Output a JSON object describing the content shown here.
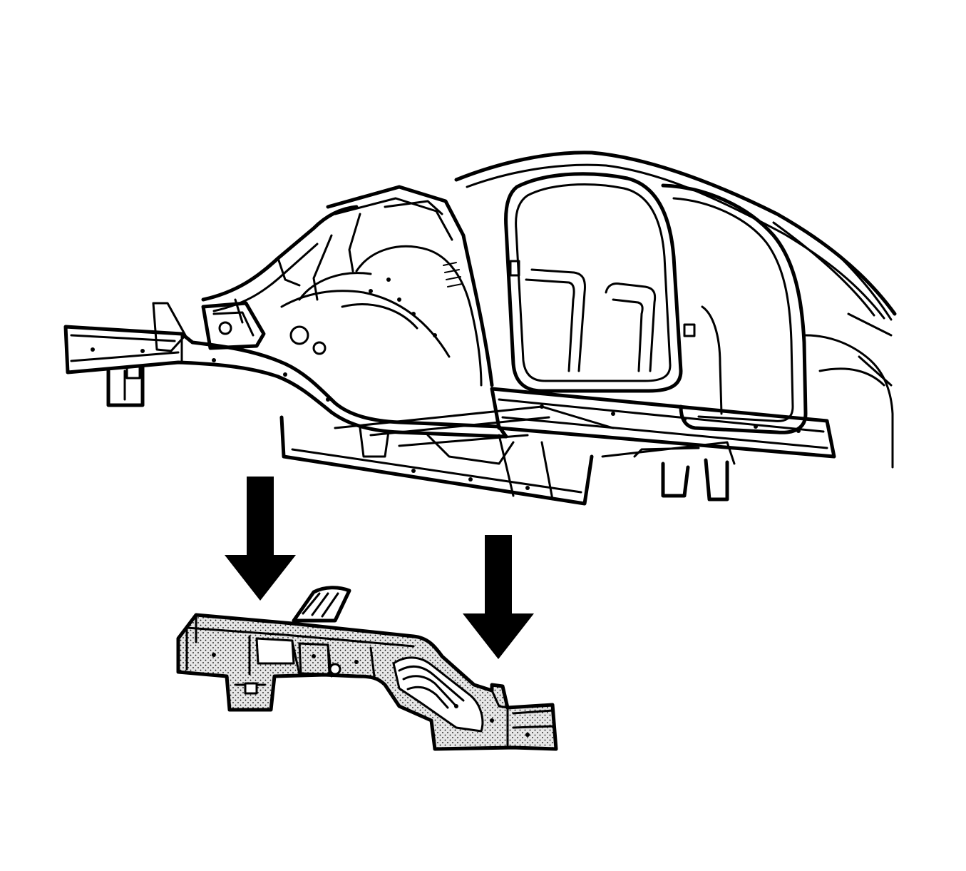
{
  "diagram": {
    "labels": [],
    "colors": {
      "line": "#000000",
      "background": "#ffffff",
      "part_fill": "stipple-gray"
    },
    "arrows": [
      {
        "direction": "down",
        "points_to": "replacement-rail-section"
      },
      {
        "direction": "down",
        "points_to": "replacement-rail-section"
      }
    ]
  }
}
